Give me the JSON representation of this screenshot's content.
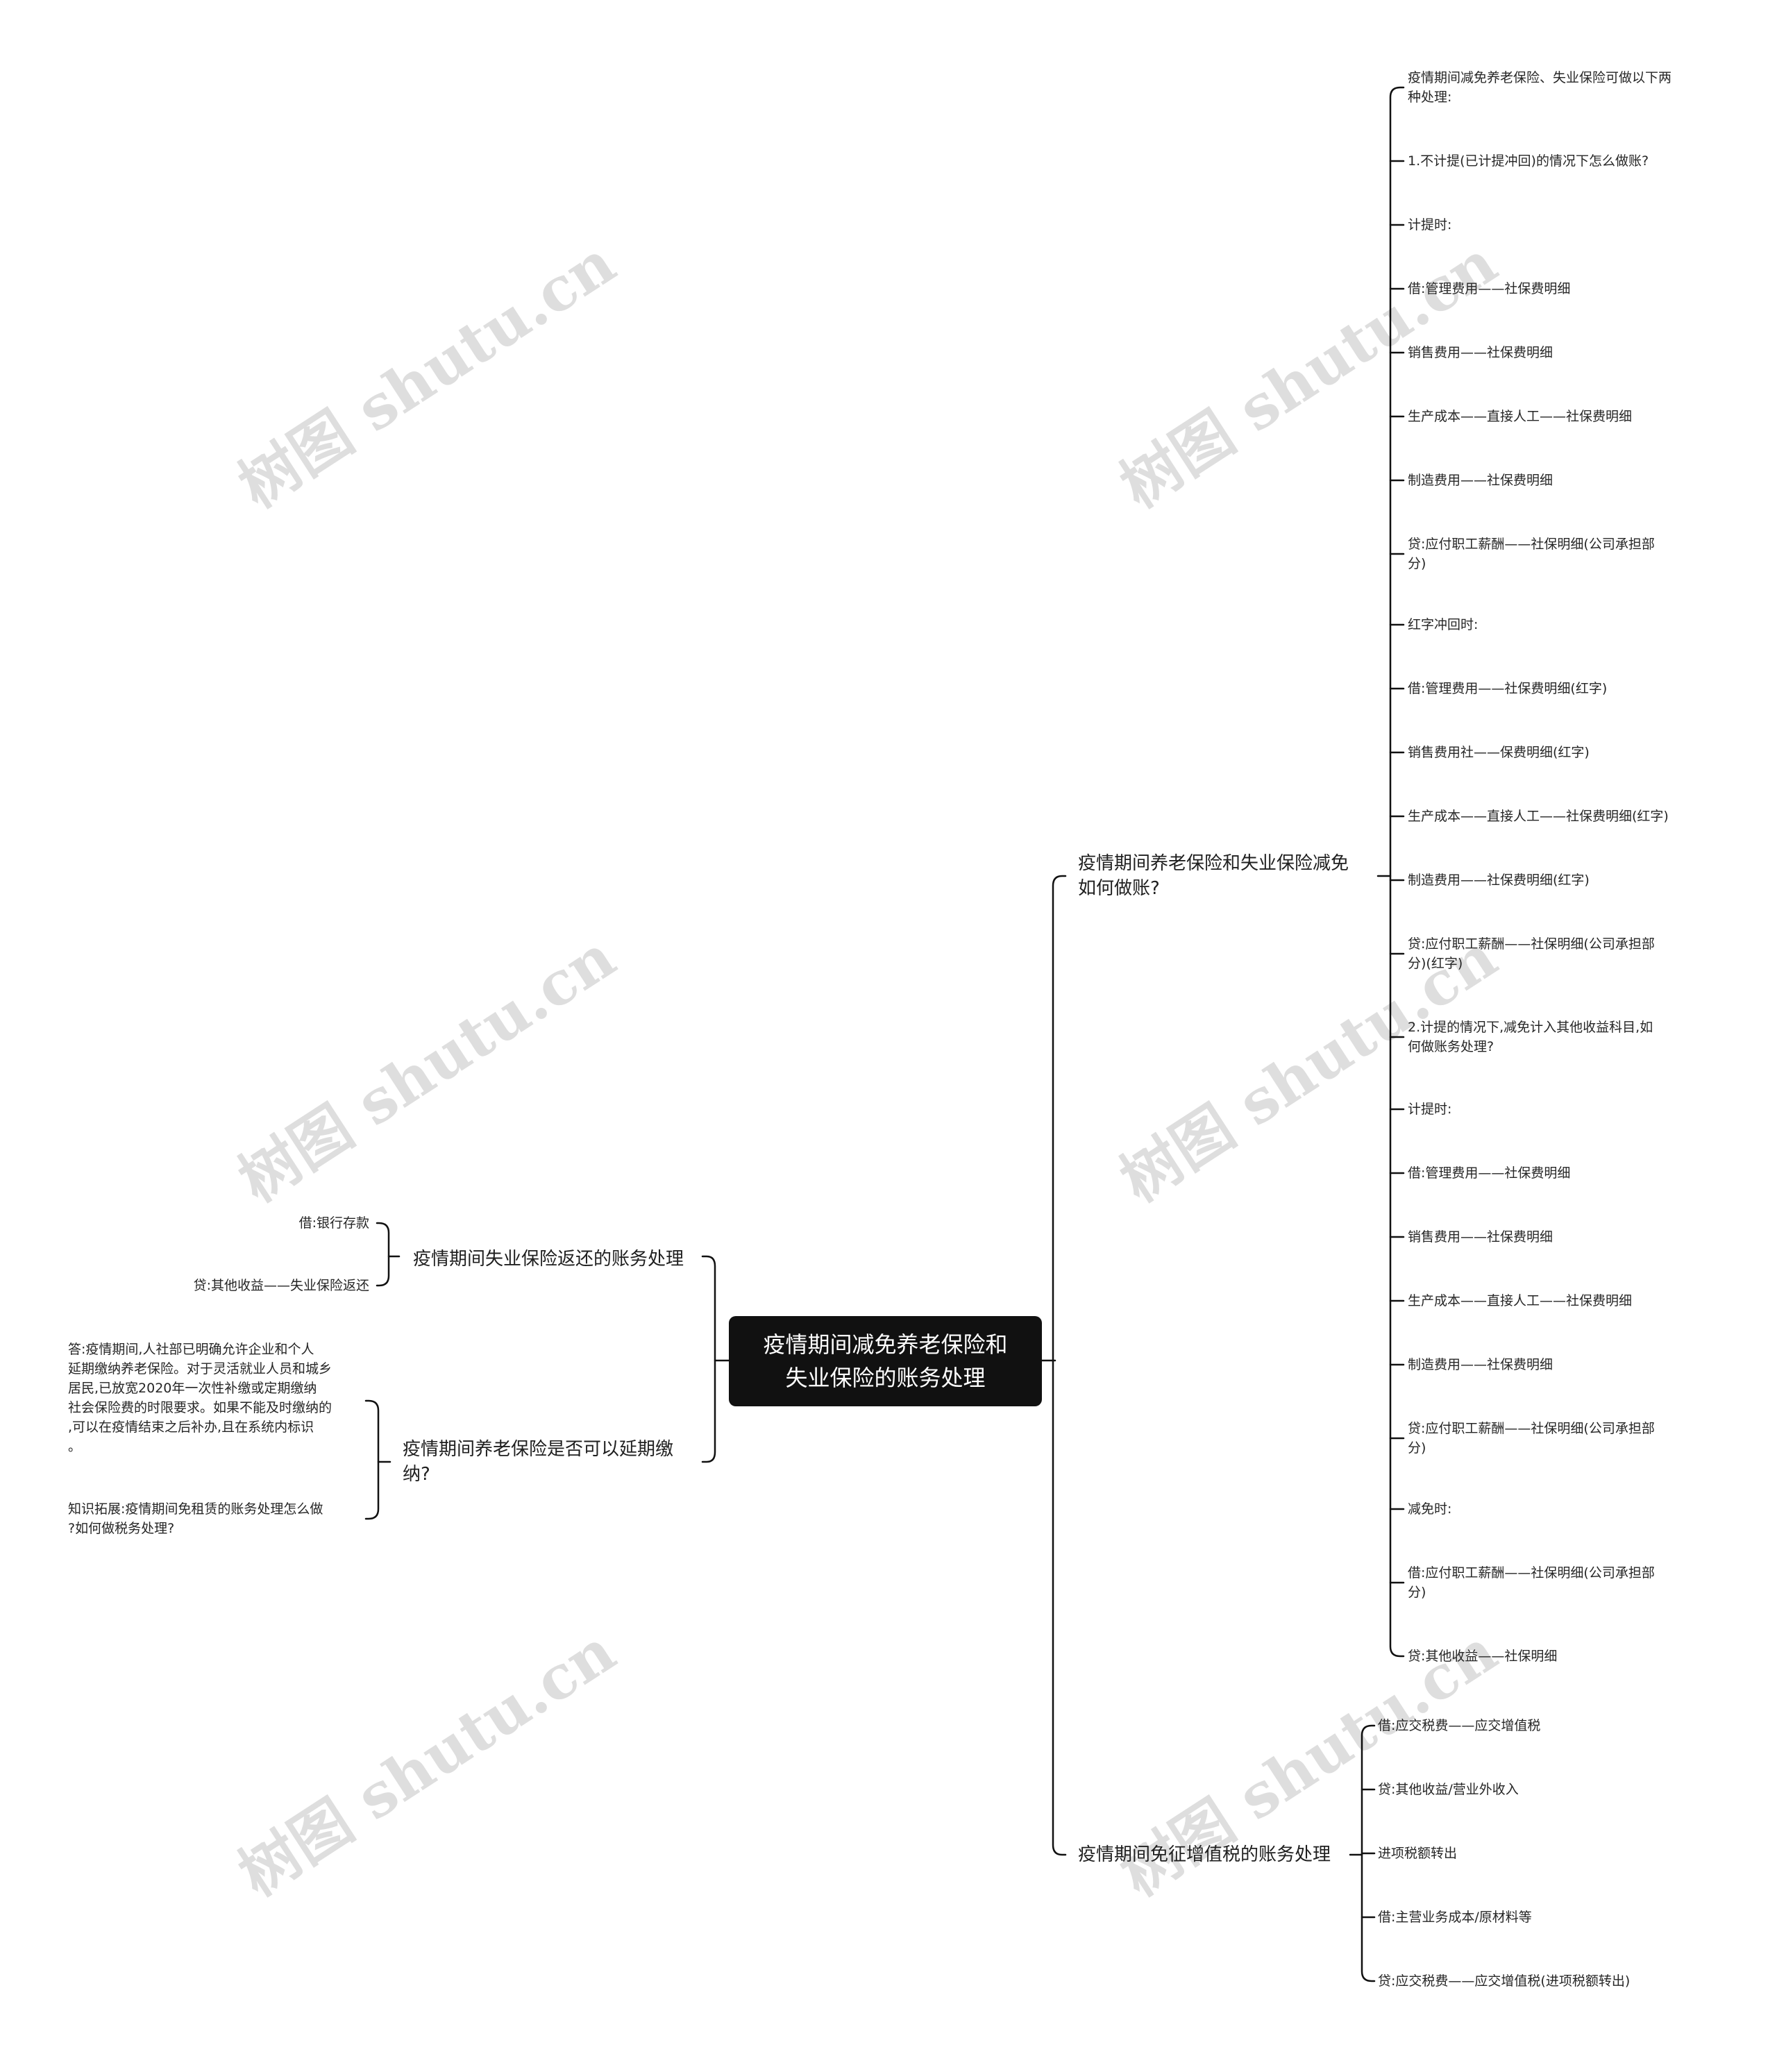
{
  "root": {
    "line1": "疫情期间减免养老保险和",
    "line2": "失业保险的账务处理"
  },
  "watermark": "树图 shutu.cn",
  "right": {
    "branch1": {
      "line1": "疫情期间养老保险和失业保险减免",
      "line2": "如何做账?",
      "items": [
        [
          "疫情期间减免养老保险、失业保险可做以下两",
          "种处理:"
        ],
        [
          "1.不计提(已计提冲回)的情况下怎么做账?"
        ],
        [
          "计提时:"
        ],
        [
          "借:管理费用——社保费明细"
        ],
        [
          "销售费用——社保费明细"
        ],
        [
          "生产成本——直接人工——社保费明细"
        ],
        [
          "制造费用——社保费明细"
        ],
        [
          "贷:应付职工薪酬——社保明细(公司承担部",
          "分)"
        ],
        [
          "红字冲回时:"
        ],
        [
          "借:管理费用——社保费明细(红字)"
        ],
        [
          "销售费用社——保费明细(红字)"
        ],
        [
          "生产成本——直接人工——社保费明细(红字)"
        ],
        [
          "制造费用——社保费明细(红字)"
        ],
        [
          "贷:应付职工薪酬——社保明细(公司承担部",
          "分)(红字)"
        ],
        [
          "2.计提的情况下,减免计入其他收益科目,如",
          "何做账务处理?"
        ],
        [
          "计提时:"
        ],
        [
          "借:管理费用——社保费明细"
        ],
        [
          "销售费用——社保费明细"
        ],
        [
          "生产成本——直接人工——社保费明细"
        ],
        [
          "制造费用——社保费明细"
        ],
        [
          "贷:应付职工薪酬——社保明细(公司承担部",
          "分)"
        ],
        [
          "减免时:"
        ],
        [
          "借:应付职工薪酬——社保明细(公司承担部",
          "分)"
        ],
        [
          "贷:其他收益——社保明细"
        ]
      ]
    },
    "branch2": {
      "label": "疫情期间免征增值税的账务处理",
      "items": [
        [
          "借:应交税费——应交增值税"
        ],
        [
          "贷:其他收益/营业外收入"
        ],
        [
          "进项税额转出"
        ],
        [
          "借:主营业务成本/原材料等"
        ],
        [
          "贷:应交税费——应交增值税(进项税额转出)"
        ]
      ]
    }
  },
  "left": {
    "branch1": {
      "label": "疫情期间失业保险返还的账务处理",
      "items": [
        [
          "借:银行存款"
        ],
        [
          "贷:其他收益——失业保险返还"
        ]
      ]
    },
    "branch2": {
      "line1": "疫情期间养老保险是否可以延期缴",
      "line2": "纳?",
      "items": [
        [
          "答:疫情期间,人社部已明确允许企业和个人",
          "延期缴纳养老保险。对于灵活就业人员和城乡",
          "居民,已放宽2020年一次性补缴或定期缴纳",
          "社会保险费的时限要求。如果不能及时缴纳的",
          ",可以在疫情结束之后补办,且在系统内标识",
          "。"
        ],
        [
          "知识拓展:疫情期间免租赁的账务处理怎么做",
          "?如何做税务处理?"
        ]
      ]
    }
  }
}
